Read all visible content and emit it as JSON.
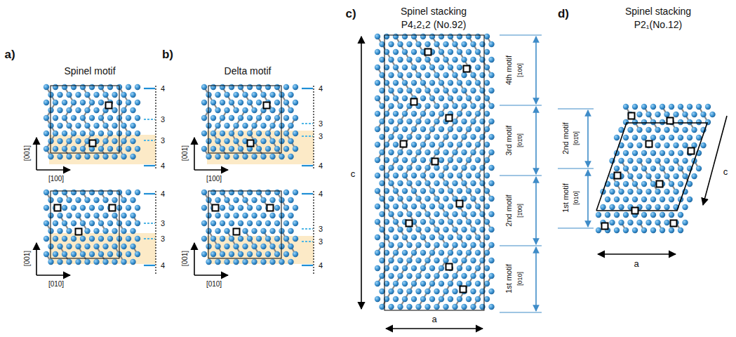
{
  "diagram": {
    "labels": [
      "a)",
      "Spinel motif",
      "[001]",
      "[100]",
      "4",
      "3",
      "3",
      "4",
      "[001]",
      "[010]",
      "4",
      "3",
      "3",
      "4",
      "b)",
      "Delta motif",
      "[001]",
      "[100]",
      "4",
      "3",
      "3",
      "4",
      "[001]",
      "[010]",
      "4",
      "3",
      "3",
      "4",
      "c)",
      "Spinel stacking",
      "P4₁2₁2 (No.92)",
      "c",
      "a",
      "4th motif",
      "[100]",
      "3rd motif",
      "[01̄0]",
      "2nd motif",
      "[1̄00]",
      "1st motif",
      "[010]",
      "d)",
      "Spinel stacking",
      "P2₁(No.12)",
      "2nd motif",
      "[01̄0]",
      "1st motif",
      "[010]",
      "c",
      "a"
    ]
  }
}
